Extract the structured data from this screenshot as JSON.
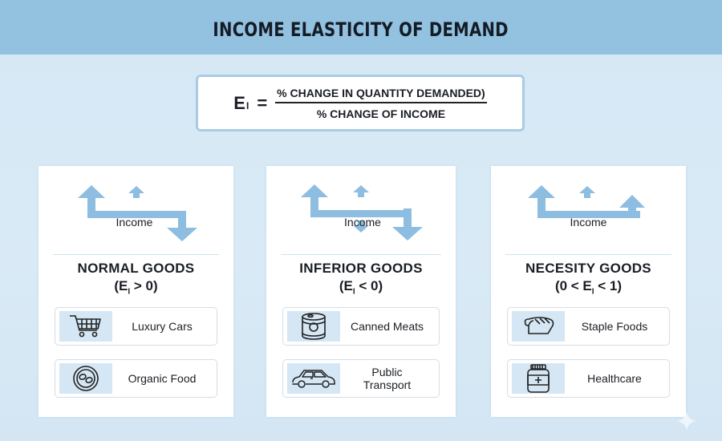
{
  "header": {
    "title": "INCOME ELASTICITY OF DEMAND"
  },
  "formula": {
    "lhs": "E",
    "lhs_sub": "I",
    "equals": "=",
    "numerator": "% CHANGE IN QUANTITY DEMANDED)",
    "denominator": "% CHANGE OF INCOME"
  },
  "colors": {
    "header_bg": "#93c1e0",
    "page_bg": "#d6e8f5",
    "arrow": "#8dbde0",
    "icon_box": "#d5e7f4"
  },
  "cards": [
    {
      "arrow_label": "Income",
      "arrow_pattern": "up-left, small-up, down-right",
      "title": "NORMAL GOODS",
      "cond_pre": "(E",
      "cond_sub": "I",
      "cond_post": " > 0)",
      "items": [
        {
          "icon": "shopping-cart-icon",
          "label": "Luxury Cars"
        },
        {
          "icon": "organic-food-plate-icon",
          "label": "Organic Food"
        }
      ]
    },
    {
      "arrow_label": "Income",
      "arrow_pattern": "up-left, small-up, small-down, down-right",
      "title": "INFERIOR GOODS",
      "cond_pre": "(E",
      "cond_sub": "I",
      "cond_post": " < 0)",
      "items": [
        {
          "icon": "canned-food-icon",
          "label": "Canned Meats"
        },
        {
          "icon": "car-icon",
          "label": "Public Transport",
          "label_line1": "Public",
          "label_line2": "Transport"
        }
      ]
    },
    {
      "arrow_label": "Income",
      "arrow_pattern": "up-left, small-up, up-right",
      "title": "NECESITY GOODS",
      "cond_pre": "(0 < E",
      "cond_sub": "I",
      "cond_post": " < 1)",
      "items": [
        {
          "icon": "bread-icon",
          "label": "Staple Foods"
        },
        {
          "icon": "medicine-jar-icon",
          "label": "Healthcare"
        }
      ]
    }
  ]
}
